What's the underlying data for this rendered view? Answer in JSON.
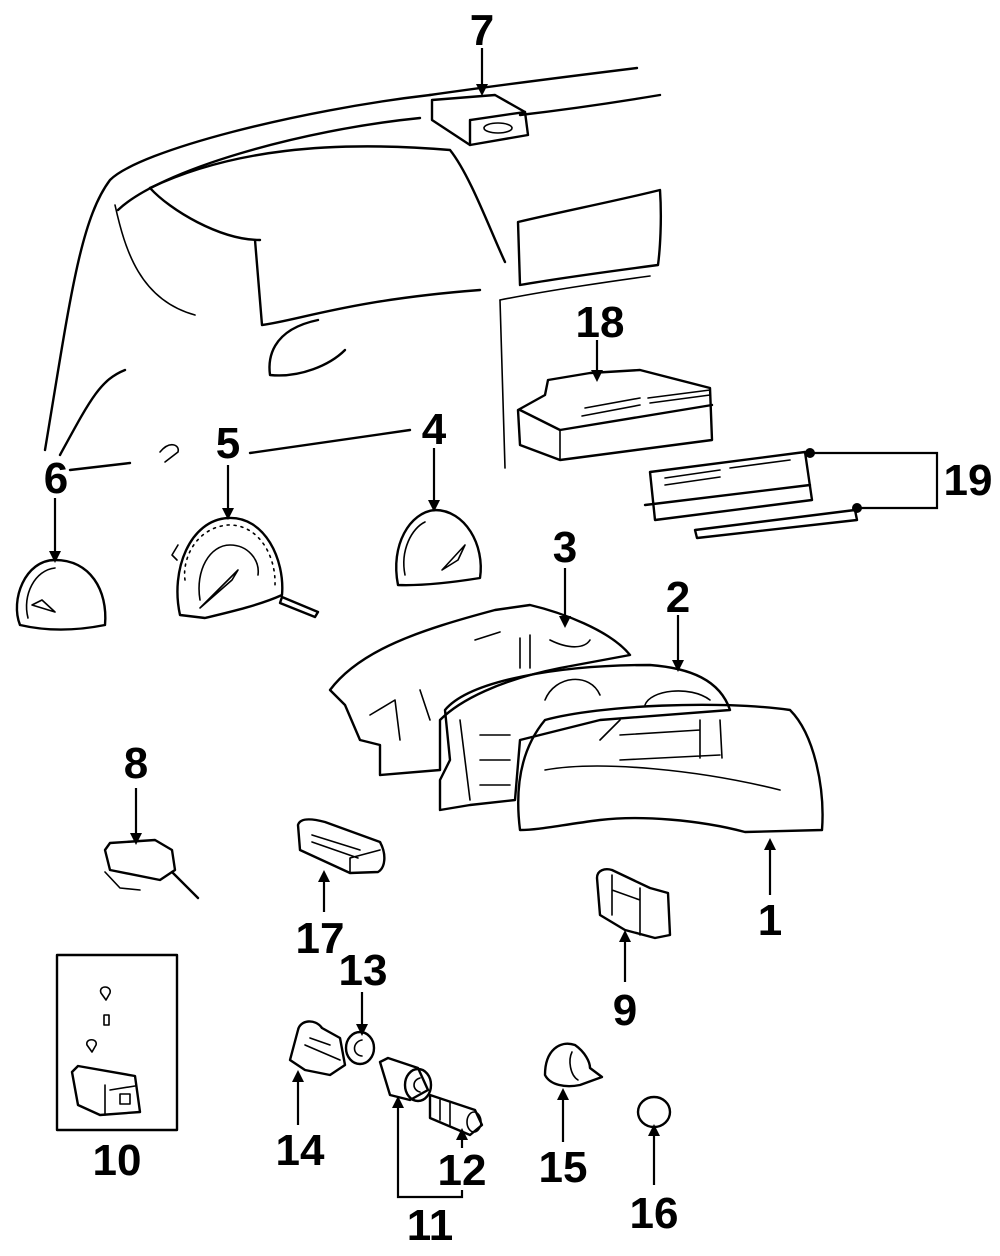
{
  "diagram": {
    "type": "exploded-parts-diagram",
    "subject": "instrument panel / cluster and switches",
    "callouts": [
      {
        "id": "1",
        "part": "cluster-lens"
      },
      {
        "id": "2",
        "part": "cluster-face"
      },
      {
        "id": "3",
        "part": "cluster-housing"
      },
      {
        "id": "4",
        "part": "gauge"
      },
      {
        "id": "5",
        "part": "speedometer"
      },
      {
        "id": "6",
        "part": "gauge"
      },
      {
        "id": "7",
        "part": "dash-sensor"
      },
      {
        "id": "8",
        "part": "module"
      },
      {
        "id": "9",
        "part": "switch"
      },
      {
        "id": "10",
        "part": "switch-kit"
      },
      {
        "id": "11",
        "part": "cigar-lighter-assembly"
      },
      {
        "id": "12",
        "part": "lighter-element"
      },
      {
        "id": "13",
        "part": "ring"
      },
      {
        "id": "14",
        "part": "socket"
      },
      {
        "id": "15",
        "part": "switch"
      },
      {
        "id": "16",
        "part": "knob"
      },
      {
        "id": "17",
        "part": "switch"
      },
      {
        "id": "18",
        "part": "control-unit"
      },
      {
        "id": "19",
        "part": "bezel-and-trim"
      }
    ]
  }
}
